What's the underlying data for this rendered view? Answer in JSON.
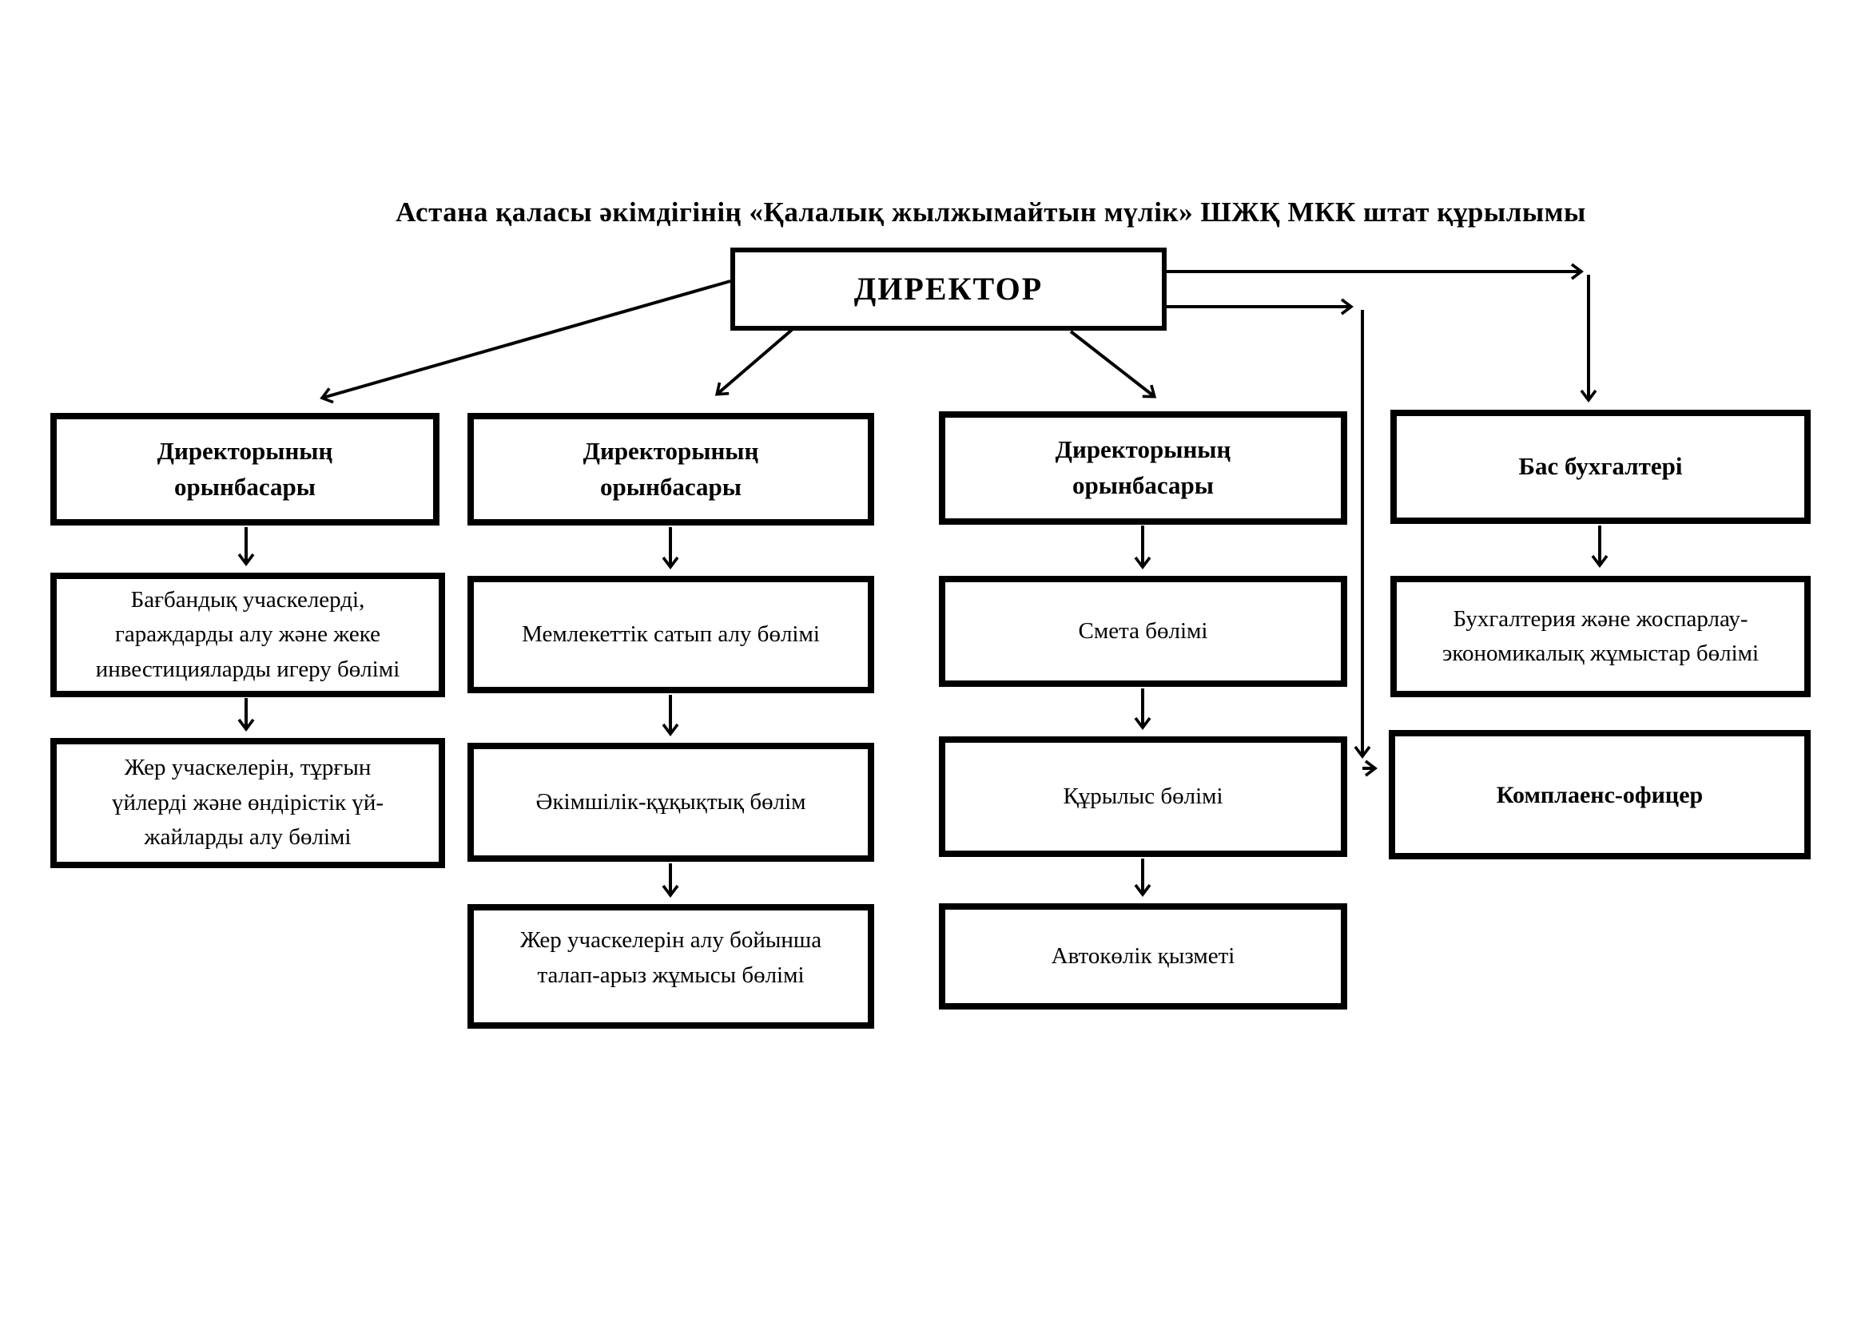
{
  "title": "Астана қаласы әкімдігінің «Қалалық жылжымайтын мүлік» ШЖҚ МКК штат құрылымы",
  "director": {
    "label": "ДИРЕКТОР"
  },
  "columns": [
    {
      "head": "Директорының орынбасары",
      "items": [
        "Бағбандық учаскелерді, гараждарды алу және жеке инвестицияларды игеру бөлімі",
        "Жер учаскелерін, тұрғын үйлерді және өндірістік үй-жайларды алу бөлімі"
      ]
    },
    {
      "head": "Директорының орынбасары",
      "items": [
        "Мемлекеттік сатып алу бөлімі",
        "Әкімшілік-құқықтық бөлім",
        "Жер учаскелерін алу бойынша талап-арыз жұмысы бөлімі"
      ]
    },
    {
      "head": "Директорының орынбасары",
      "items": [
        "Смета бөлімі",
        "Құрылыс бөлімі",
        "Автокөлік қызметі"
      ]
    },
    {
      "head": "Бас бухгалтері",
      "items": [
        "Бухгалтерия және жоспарлау-экономикалық жұмыстар бөлімі",
        "Комплаенс-офицер"
      ]
    }
  ],
  "colors": {
    "line": "#000000",
    "background": "#ffffff",
    "text": "#000000"
  }
}
